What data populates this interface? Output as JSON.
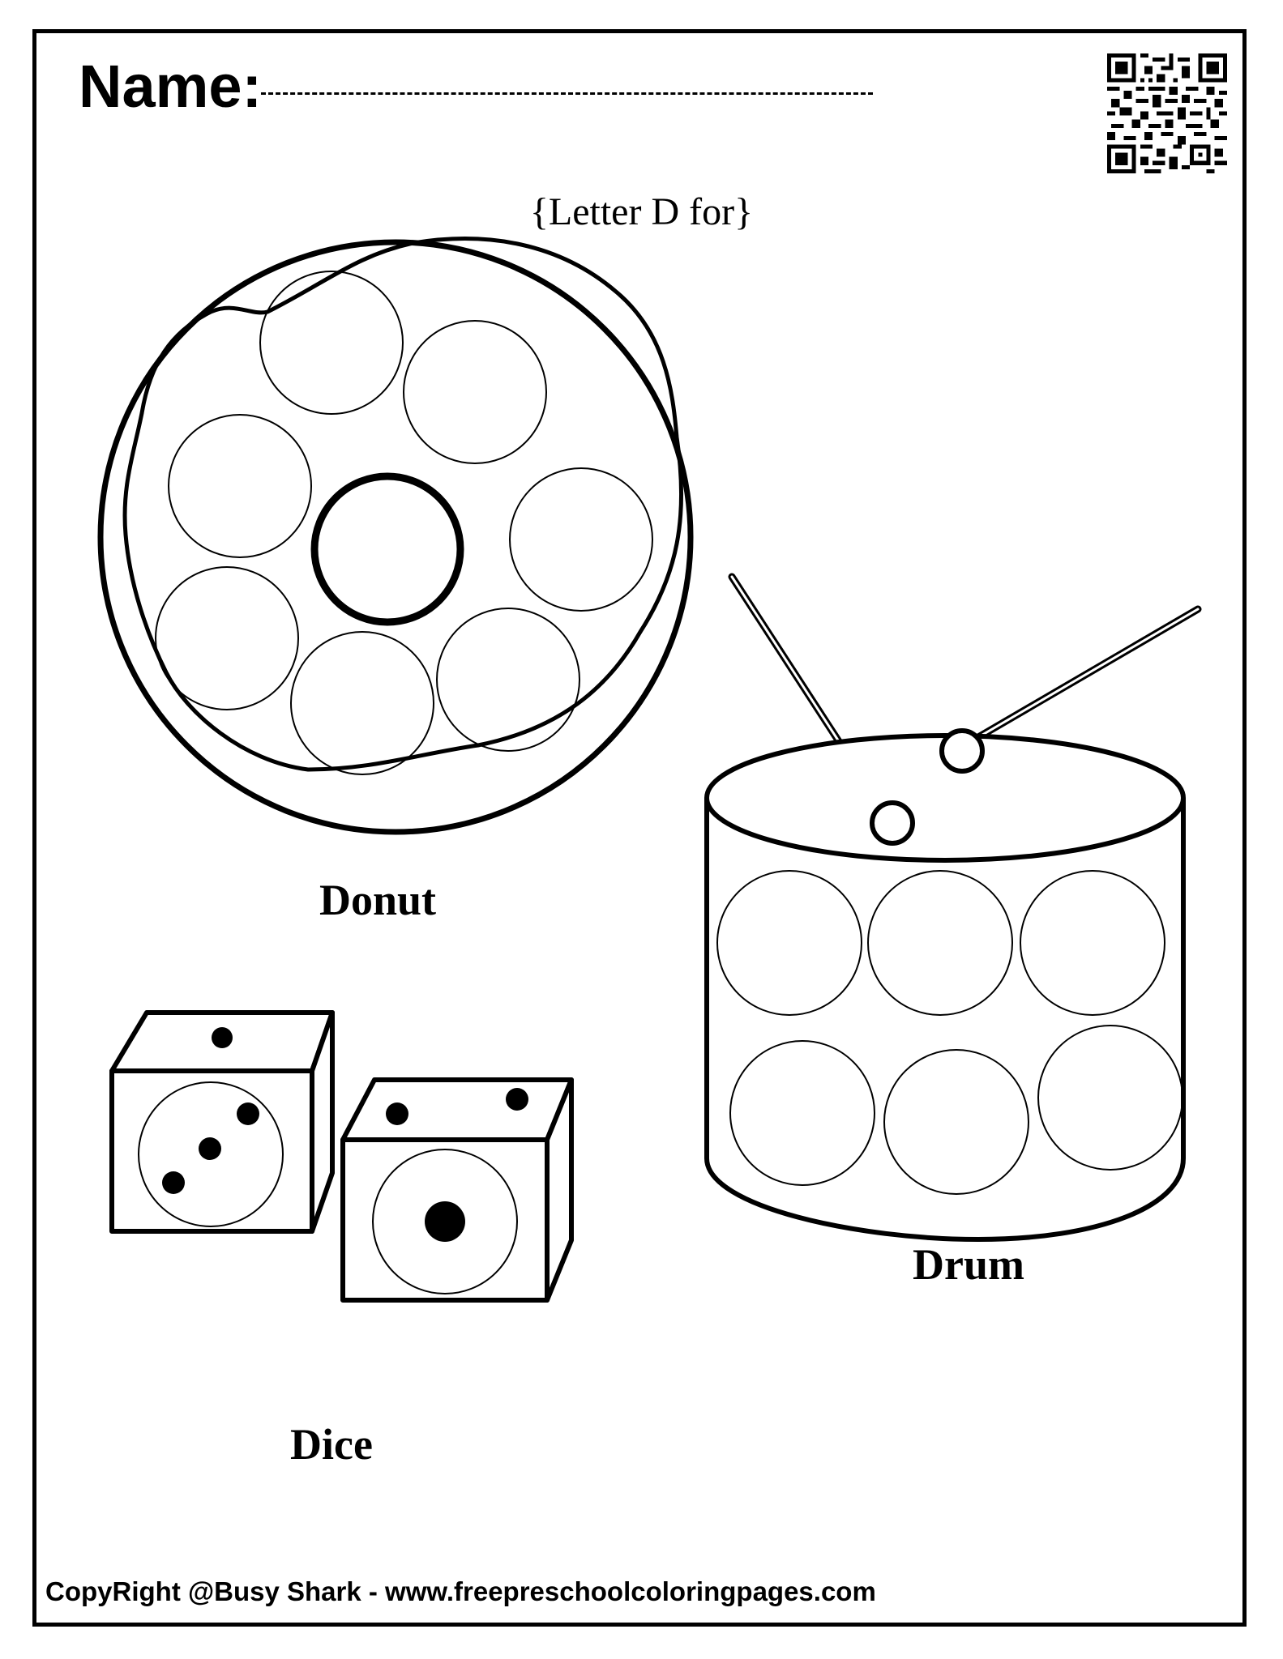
{
  "header": {
    "name_label": "Name:"
  },
  "subtitle": "{Letter D for}",
  "items": {
    "donut": "Donut",
    "drum": "Drum",
    "dice": "Dice"
  },
  "footer": {
    "copyright": "CopyRight @Busy Shark - www.freepreschoolcoloringpages.com"
  },
  "icons": {
    "qr": "qr-code-icon"
  }
}
